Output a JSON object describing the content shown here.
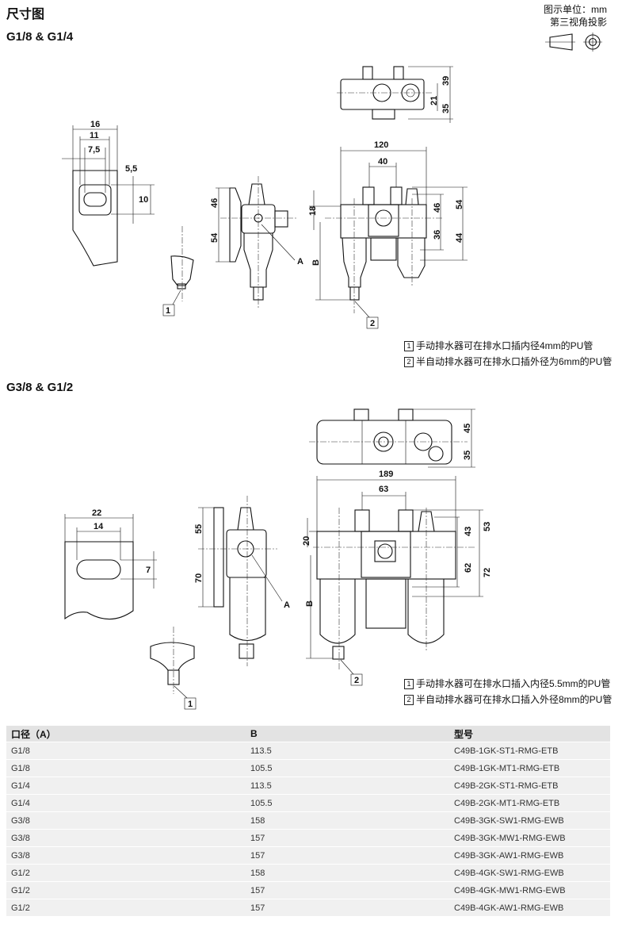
{
  "title": "尺寸图",
  "unit_label": "图示单位：mm",
  "projection_label": "第三视角投影",
  "sections": [
    {
      "heading": "G1/8 & G1/4",
      "dims": {
        "d16": "16",
        "d11": "11",
        "d7_5": "7,5",
        "d5_5": "5,5",
        "d10": "10",
        "d46a": "46",
        "d54a": "54",
        "A": "A",
        "d120": "120",
        "d40": "40",
        "d18": "18",
        "B": "B",
        "d46b": "46",
        "d54b": "54",
        "d36": "36",
        "d44": "44",
        "d39": "39",
        "d21": "21",
        "d35": "35",
        "c1": "1",
        "c2": "2"
      },
      "notes": [
        {
          "num": "1",
          "text": "手动排水器可在排水口插内径4mm的PU管"
        },
        {
          "num": "2",
          "text": "半自动排水器可在排水口插外径为6mm的PU管"
        }
      ]
    },
    {
      "heading": "G3/8 & G1/2",
      "dims": {
        "d22": "22",
        "d14": "14",
        "d7": "7",
        "d55": "55",
        "d70": "70",
        "A": "A",
        "d189": "189",
        "d63": "63",
        "d20": "20",
        "B": "B",
        "d43": "43",
        "d53": "53",
        "d62": "62",
        "d72": "72",
        "d45": "45",
        "d35": "35",
        "c1": "1",
        "c2": "2"
      },
      "notes": [
        {
          "num": "1",
          "text": "手动排水器可在排水口插入内径5.5mm的PU管"
        },
        {
          "num": "2",
          "text": "半自动排水器可在排水口插入外径8mm的PU管"
        }
      ]
    }
  ],
  "table": {
    "headers": [
      "口径（A）",
      "B",
      "型号"
    ],
    "rows": [
      [
        "G1/8",
        "113.5",
        "C49B-1GK-ST1-RMG-ETB"
      ],
      [
        "G1/8",
        "105.5",
        "C49B-1GK-MT1-RMG-ETB"
      ],
      [
        "G1/4",
        "113.5",
        "C49B-2GK-ST1-RMG-ETB"
      ],
      [
        "G1/4",
        "105.5",
        "C49B-2GK-MT1-RMG-ETB"
      ],
      [
        "G3/8",
        "158",
        "C49B-3GK-SW1-RMG-EWB"
      ],
      [
        "G3/8",
        "157",
        "C49B-3GK-MW1-RMG-EWB"
      ],
      [
        "G3/8",
        "157",
        "C49B-3GK-AW1-RMG-EWB"
      ],
      [
        "G1/2",
        "158",
        "C49B-4GK-SW1-RMG-EWB"
      ],
      [
        "G1/2",
        "157",
        "C49B-4GK-MW1-RMG-EWB"
      ],
      [
        "G1/2",
        "157",
        "C49B-4GK-AW1-RMG-EWB"
      ]
    ]
  }
}
